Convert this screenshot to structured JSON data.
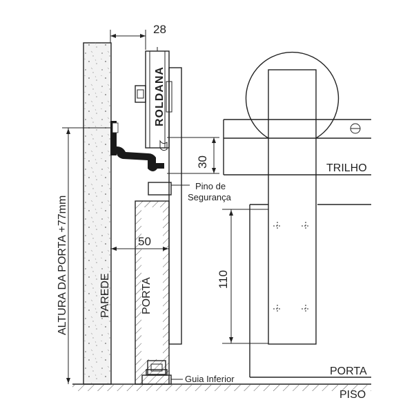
{
  "labels": {
    "dim_top": "28",
    "dim_roller_gap": "30",
    "dim_door_thickness": "50",
    "dim_pin_spacing": "110",
    "roldana": "ROLDANA",
    "parede": "PAREDE",
    "porta_section": "PORTA",
    "altura": "ALTURA DA PORTA +77mm",
    "pino_line1": "Pino de",
    "pino_line2": "Segurança",
    "guia_inferior": "Guia Inferior",
    "trilho": "TRILHO",
    "porta_front": "PORTA",
    "piso": "PISO"
  },
  "colors": {
    "line": "#222222",
    "rail_profile": "#1a1a1a",
    "background": "#ffffff"
  }
}
